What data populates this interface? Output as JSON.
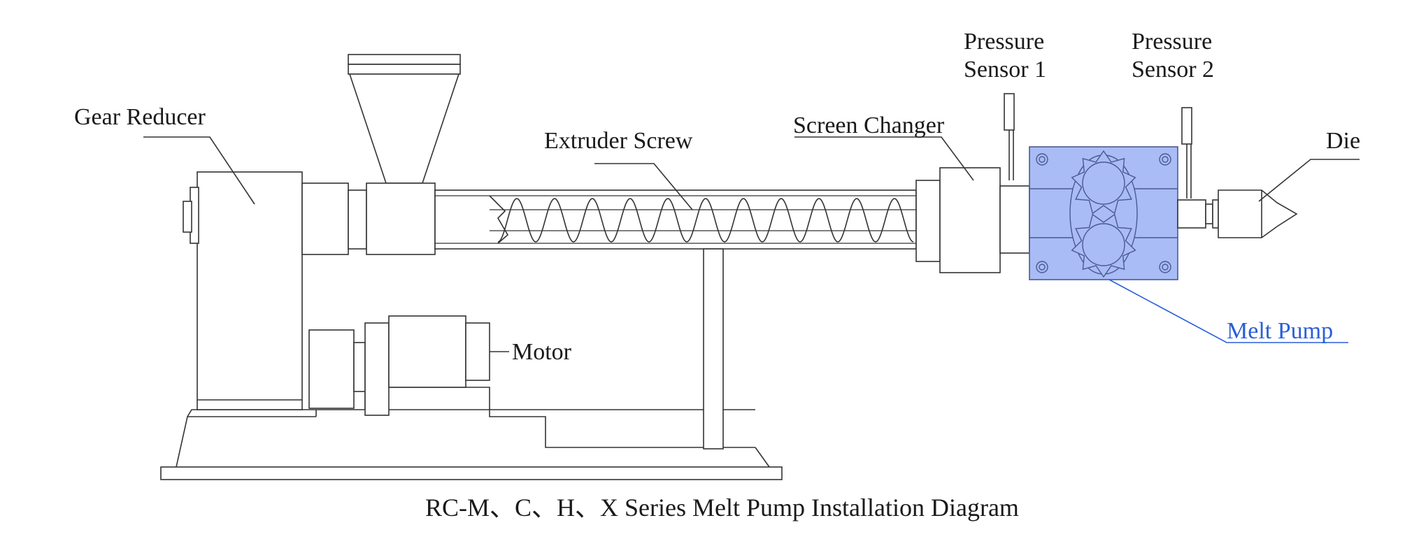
{
  "labels": {
    "gear_reducer": "Gear Reducer",
    "extruder_screw": "Extruder Screw",
    "screen_changer": "Screen Changer",
    "pressure_sensor_1_line1": "Pressure",
    "pressure_sensor_1_line2": "Sensor 1",
    "pressure_sensor_2_line1": "Pressure",
    "pressure_sensor_2_line2": "Sensor 2",
    "die": "Die",
    "motor": "Motor",
    "melt_pump": "Melt Pump"
  },
  "caption": "RC-M、C、H、X Series Melt Pump Installation Diagram",
  "colors": {
    "melt_pump_fill": "#a9bcf5",
    "melt_pump_label": "#2a5fd8",
    "line": "#333333"
  }
}
